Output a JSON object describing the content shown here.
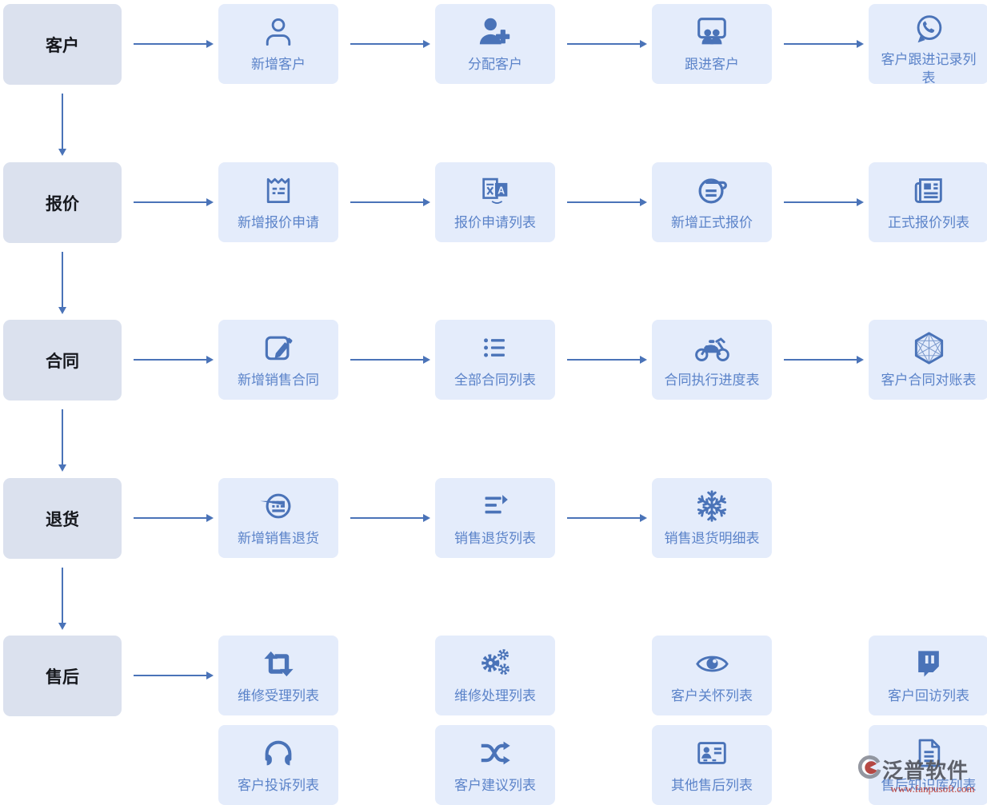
{
  "colors": {
    "stage_bg": "#dbe1ee",
    "card_bg": "#e4ecfb",
    "accent": "#4a73b8",
    "label_text": "#5b83c9",
    "stage_text": "#16181d",
    "watermark_text": "#53565e",
    "watermark_url_color": "#c03a30"
  },
  "rows": [
    {
      "id": "customer",
      "stage": "客户",
      "arrows_between_cards": true,
      "down_arrow": true,
      "card_rows": [
        [
          {
            "label": "新增客户",
            "icon": "user-icon"
          },
          {
            "label": "分配客户",
            "icon": "user-plus-icon"
          },
          {
            "label": "跟进客户",
            "icon": "presentation-people-icon"
          },
          {
            "label": "客户跟进记录列表",
            "icon": "whatsapp-icon"
          }
        ]
      ]
    },
    {
      "id": "quote",
      "stage": "报价",
      "arrows_between_cards": true,
      "down_arrow": true,
      "card_rows": [
        [
          {
            "label": "新增报价申请",
            "icon": "quote-note-icon"
          },
          {
            "label": "报价申请列表",
            "icon": "translate-icon"
          },
          {
            "label": "新增正式报价",
            "icon": "coin-lines-icon"
          },
          {
            "label": "正式报价列表",
            "icon": "newspaper-icon"
          }
        ]
      ]
    },
    {
      "id": "contract",
      "stage": "合同",
      "arrows_between_cards": true,
      "down_arrow": true,
      "card_rows": [
        [
          {
            "label": "新增销售合同",
            "icon": "edit-icon"
          },
          {
            "label": "全部合同列表",
            "icon": "list-icon"
          },
          {
            "label": "合同执行进度表",
            "icon": "motorcycle-icon"
          },
          {
            "label": "客户合同对账表",
            "icon": "hexagon-network-icon"
          }
        ]
      ]
    },
    {
      "id": "return",
      "stage": "退货",
      "arrows_between_cards": true,
      "down_arrow": true,
      "card_rows": [
        [
          {
            "label": "新增销售退货",
            "icon": "keyboard-circle-icon"
          },
          {
            "label": "销售退货列表",
            "icon": "outdent-arrow-icon"
          },
          {
            "label": "销售退货明细表",
            "icon": "snowflake-icon"
          }
        ]
      ]
    },
    {
      "id": "aftersales",
      "stage": "售后",
      "arrows_between_cards": false,
      "down_arrow": false,
      "card_rows": [
        [
          {
            "label": "维修受理列表",
            "icon": "retweet-icon"
          },
          {
            "label": "维修处理列表",
            "icon": "gears-icon"
          },
          {
            "label": "客户关怀列表",
            "icon": "eye-icon"
          },
          {
            "label": "客户回访列表",
            "icon": "chat-bubble-icon"
          }
        ],
        [
          {
            "label": "客户投诉列表",
            "icon": "headphones-icon"
          },
          {
            "label": "客户建议列表",
            "icon": "shuffle-icon"
          },
          {
            "label": "其他售后列表",
            "icon": "id-card-icon"
          },
          {
            "label": "售后知识库列表",
            "icon": "document-icon"
          }
        ]
      ]
    }
  ],
  "watermark": {
    "brand": "泛普软件",
    "url": "www.fanpusoft.com"
  }
}
